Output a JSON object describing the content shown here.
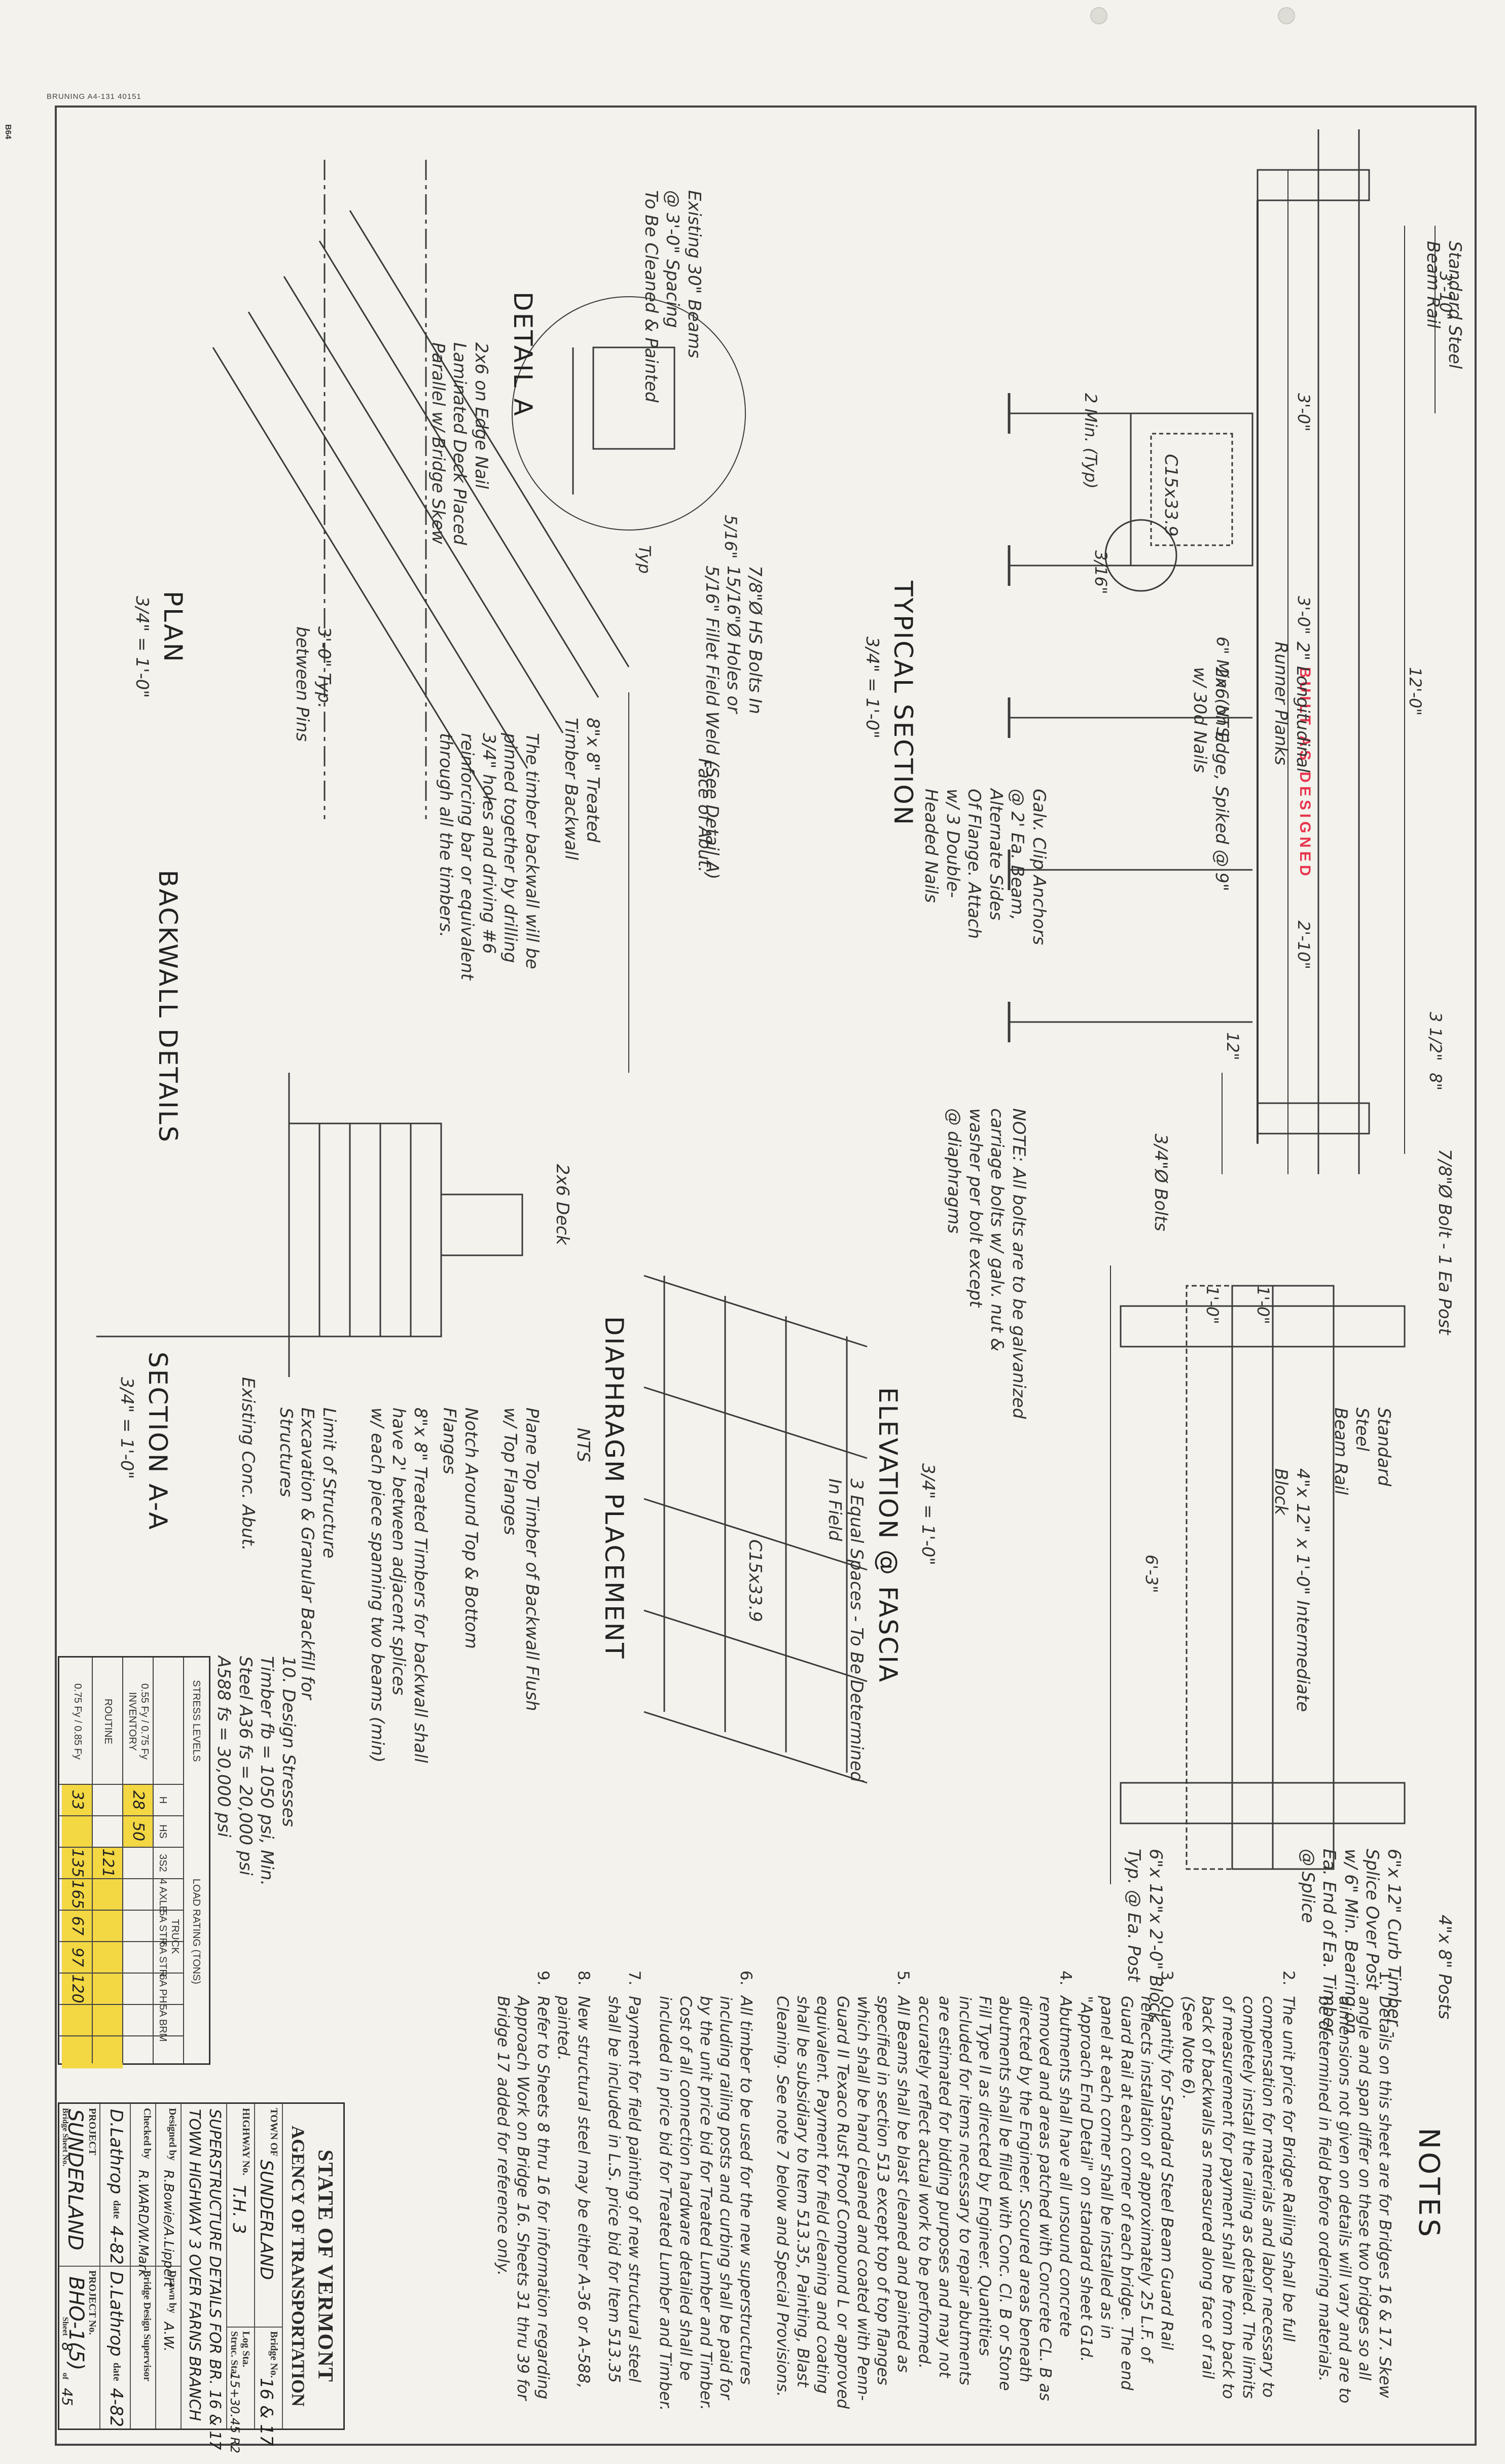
{
  "header": {
    "top_mark": "BRUNING A4-131 40151",
    "side_mark": "B64"
  },
  "stamp": "BUILT AS DESIGNED",
  "views": {
    "typical_section": {
      "title": "TYPICAL SECTION",
      "scale": "3/4\" = 1'-0\""
    },
    "elevation": {
      "title": "ELEVATION @ FASCIA",
      "scale": "3/4\" = 1'-0\""
    },
    "detail_a": {
      "title": "DETAIL A"
    },
    "diaphragm": {
      "title": "DIAPHRAGM PLACEMENT",
      "scale": "NTS"
    },
    "plan": {
      "title": "PLAN",
      "scale": "3/4\" = 1'-0\""
    },
    "backwall": {
      "title": "BACKWALL DETAILS"
    },
    "section_aa": {
      "title": "SECTION A-A",
      "scale": "3/4\" = 1'-0\""
    }
  },
  "labels": {
    "std_steel_beam_rail": "Standard Steel\nBeam Rail",
    "runner_planks": "2\" Longitudinal\nRunner Planks",
    "deck_2x6": "2x6 on Edge, Spiked @ 9\"\nw/ 30d Nails",
    "existing_beams": "Existing 30\" Beams\n@ 3'-0\" Spacing\nTo Be Cleaned & Painted",
    "c15": "C15x33.9",
    "clip_anchors": "Galv. Clip Anchors\n@ 2' Ea. Beam,\nAlternate Sides\nOf Flange. Attach\nw/ 3 Double-\nHeaded Nails",
    "hs_bolts": "7/8\"Ø HS Bolts In\n15/16\"Ø Holes or\n5/16\" Fillet Field Weld (See Detail A)",
    "bolt_note": "NOTE: All bolts are to be galvanized\ncarriage bolts w/ galv. nut &\nwasher per bolt except\n@ diaphragms",
    "bolt_rod": "7/8\"Ø Bolt - 1 Ea Post",
    "bolts_34": "3/4\"Ø Bolts",
    "posts": "4\"x 8\" Posts",
    "curb_timber": "6\"x 12\" Curb Timber -\nSplice Over Post\nw/ 6\" Min. Bearing on\nEa. End of Ea. Timber\n@ Splice",
    "block": "6\"x 12\"x 2'-0\" Block\nTyp. @ Ea. Post",
    "intermediate_block": "4\"x 12\" x 1'-0\" Intermediate\nBlock",
    "std_steel_rail_elev": "Standard\nSteel\nBeam Rail",
    "c15x339": "C15x33.9",
    "diaphragm_spaces": "3 Equal Spaces - To Be Determined\nIn Field",
    "backwall_timber": "8\"x 8\" Treated\nTimber Backwall",
    "backwall_note": "The timber backwall will be\npinned together by drilling\n3/4\" holes and driving #6\nreinforcing bar or equivalent\nthrough all the timbers.",
    "laminated_deck": "2x6 on Edge Nail\nLaminated Deck Placed\nParallel w/ Bridge Skew",
    "face_of_abut": "Face of Abut.",
    "between_pins": "3'-0\" Typ.\nbetween Pins",
    "plane_top": "Plane Top Timber of Backwall Flush\nw/ Top Flanges",
    "notch": "Notch Around Top & Bottom\nFlanges",
    "treated_timbers": "8\"x 8\" Treated Timbers for backwall shall\nhave 2' between adjacent splices\nw/ each piece spanning two beams (min)",
    "limit_struct": "Limit of Structure\nExcavation & Granular Backfill for\nStructures",
    "existing_abut": "Existing Conc. Abut.",
    "deck_2x6_sec": "2x6 Deck",
    "design_stresses": "10. Design Stresses\nTimber fb = 1050 psi, Min.\nSteel A36 fs = 20,000 psi\nA588 fs = 30,000 psi"
  },
  "dims": {
    "d1": "3'-10\"",
    "d2": "12'-0\"",
    "d3": "3'-0\"",
    "d4": "3'-0\"",
    "d5": "2'-10\"",
    "d6": "3 1/2\"",
    "d7": "8\"",
    "d8": "12\"",
    "d9": "1'-0\"",
    "d10": "1'-0\"",
    "d11": "6'-3\"",
    "d12": "6\" Min. (NTS)",
    "d13": "3/16\"",
    "d14": "2 Min. (Typ)",
    "d15": "Typ",
    "d16": "5/16\""
  },
  "notes": {
    "title": "NOTES",
    "items": [
      {
        "n": "1.",
        "t": "Details on this sheet are for Bridges 16 & 17. Skew angle and span differ on these two bridges so all dimensions not given on details will vary and are to be determined in field before ordering materials."
      },
      {
        "n": "2.",
        "t": "The unit price for Bridge Railing shall be full compensation for materials and labor necessary to completely install the railing as detailed. The limits of measurement for payment shall be from back to back of backwalls as measured along face of rail (See Note 6)."
      },
      {
        "n": "3.",
        "t": "Quantity for Standard Steel Beam Guard Rail reflects installation of approximately 25 L.F. of Guard Rail at each corner of each bridge. The end panel at each corner shall be installed as in \"Approach End Detail\" on standard sheet G1d."
      },
      {
        "n": "4.",
        "t": "Abutments shall have all unsound concrete removed and areas patched with Concrete CL. B as directed by the Engineer. Scoured areas beneath abutments shall be filled with Conc. Cl. B or Stone Fill Type II as directed by Engineer. Quantities included for items necessary to repair abutments are estimated for bidding purposes and may not accurately reflect actual work to be performed."
      },
      {
        "n": "5.",
        "t": "All Beams shall be blast cleaned and painted as specified in section 513 except top of top flanges which shall be hand cleaned and coated with Penn-Guard II Texaco Rust Proof Compound L or approved equivalent. Payment for field cleaning and coating shall be subsidiary to Item 513.35, Painting, Blast Cleaning. See note 7 below and Special Provisions."
      },
      {
        "n": "6.",
        "t": "All timber to be used for the new superstructures including railing posts and curbing shall be paid for by the unit price bid for Treated Lumber and Timber. Cost of all connection hardware detailed shall be included in price bid for Treated Lumber and Timber."
      },
      {
        "n": "7.",
        "t": "Payment for field painting of new structural steel shall be included in L.S. price bid for Item 513.35"
      },
      {
        "n": "8.",
        "t": "New structural steel may be either A-36 or A-588, painted."
      },
      {
        "n": "9.",
        "t": "Refer to Sheets 8 thru 16 for information regarding Approach Work on Bridge 16. Sheets 31 thru 39 for Bridge 17 added for reference only."
      }
    ]
  },
  "title_block": {
    "state": "STATE OF VERMONT",
    "agency": "AGENCY OF TRANSPORTATION",
    "town_key": "TOWN OF",
    "town": "SUNDERLAND",
    "bridge_key": "Bridge No.",
    "bridge": "16 & 17",
    "highway_key": "HIGHWAY No.",
    "highway": "T.H. 3",
    "log_key": "Log Sta.",
    "log": "",
    "struc_key": "Struc. Sta.",
    "struc": "15+30.45 R2",
    "sheet_title_1": "SUPERSTRUCTURE DETAILS FOR BR. 16 & 17",
    "sheet_title_2": "TOWN HIGHWAY 3 OVER FARNS BRANCH",
    "designed_key": "Designed by",
    "designed": "R.Bowie/A.Lippert",
    "drawn_key": "Drawn by",
    "drawn": "A.W.",
    "checked_key": "Checked by",
    "checked": "R.WARD/W.Mark",
    "supervisor_key": "Bridge Design Supervisor",
    "checker_name": "D.Lathrop",
    "date_key": "date",
    "date1": "4-82",
    "supervisor_name": "D.Lathrop",
    "date2": "4-82",
    "project_key": "PROJECT",
    "project": "SUNDERLAND",
    "project_no_key": "PROJECT No.",
    "project_no": "BHO-1(5)",
    "sheet_key": "Sheet",
    "sheet": "8",
    "of_key": "of",
    "of": "45",
    "bridge_sheet_key": "Bridge Sheet No."
  },
  "load_rating": {
    "title": "LOAD RATING (TONS)",
    "col_stress": "STRESS LEVELS",
    "col_truck": "TRUCK",
    "cols": [
      "H",
      "HS",
      "3S2",
      "4 AXLE",
      "5A STR",
      "6A STR",
      "6A PH",
      "5A BRM"
    ],
    "rows": [
      {
        "label": "0.55 Fy / 0.75 Fy",
        "sub": "INVENTORY",
        "vals": [
          "28",
          "50",
          "",
          "",
          "",
          "",
          "",
          ""
        ]
      },
      {
        "label": "ROUTINE",
        "sub": "",
        "vals": [
          "",
          "",
          "121",
          "",
          "",
          "",
          "",
          ""
        ]
      },
      {
        "label": "0.75 Fy / 0.85 Fy",
        "sub": "",
        "vals": [
          "33",
          "",
          "135",
          "165",
          "67",
          "97",
          "120",
          ""
        ]
      }
    ],
    "highlight": "#f3d743"
  }
}
